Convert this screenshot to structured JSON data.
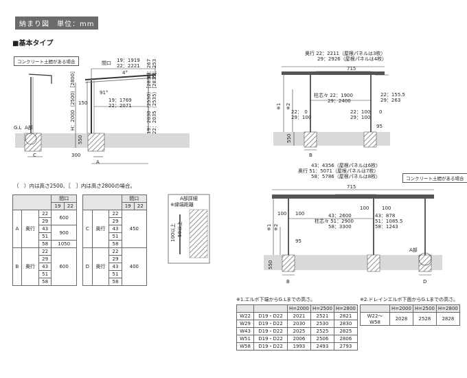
{
  "header": "納まり図　単位：mm",
  "section": "■基本タイプ",
  "concrete_label": "コンクリート土間がある場合",
  "gl": "G.L",
  "a_part": "A部",
  "c": "C",
  "a": "A",
  "b": "B",
  "d": "D",
  "v300": "300",
  "v550": "550",
  "v150": "150",
  "v95": "95",
  "v100": "100",
  "ang4": "4°",
  "ang91": "91°",
  "side": {
    "span1": "間口",
    "span2": "19：1919",
    "span3": "22：2221",
    "span4": "19：1769",
    "span5": "22：2071",
    "h_right_top": "19：267\n22：253",
    "h_right": "19：2030（2530）［2830］\n22：2035（2535）［2835］",
    "h_left": "H：2000（2500）［2800］"
  },
  "front1": {
    "top1": "奥行 22：2211（屋根パネルは3枚）",
    "top2": "29：2926（屋根パネルは4枚）",
    "v715": "715",
    "pitch1": "柱芯々 22：1900",
    "pitch2": "29：2400",
    "right1": "22：155.5",
    "right2": "29：263",
    "s1": "22：　0",
    "s2": "29：100",
    "s3": "22：100",
    "s4": "29：100",
    "zero": "0",
    "v95b": "95",
    "note1": "※1",
    "note2": "※2"
  },
  "front2": {
    "top1": "43：4356（屋根パネルは6枚）",
    "top2": "奥行 51：5071（屋根パネルは7枚）",
    "top3": "58：5786（屋根パネルは8枚）",
    "v715": "715",
    "pitch0": "43：2600",
    "pitch1": "柱芯々 51：2900",
    "pitch2": "58：3300",
    "r1": "43：878",
    "r2": "51：1085.5",
    "r3": "58：1243",
    "lbl100a": "100",
    "lbl100b": "100",
    "lbl100c": "100",
    "arrows": "⇦ ⇨"
  },
  "paren_note": "（　）内は高さ2500、［　］内は高さ2800の場合。",
  "table_ac": {
    "title": "間口",
    "cols": [
      "19",
      "22"
    ],
    "depth": "奥行",
    "rowsA": [
      "22",
      "29",
      "43",
      "51",
      "58"
    ],
    "rowsC": [
      "22",
      "29",
      "43",
      "51",
      "58"
    ],
    "a_vals": [
      "600",
      "900",
      "1050"
    ],
    "c_val": "450",
    "rowlabel_a": "A",
    "rowlabel_c": "C"
  },
  "table_bd": {
    "rowlabel_b": "B",
    "rowlabel_d": "D",
    "b_val": "600",
    "d_val": "400"
  },
  "detail": {
    "title": "A部詳細",
    "sub": "※縁端距離",
    "v100": "100以上",
    "v50": "50以上"
  },
  "tbl1": {
    "title": "※1.エルボ下端からG.Lまでの高さ。",
    "head": [
      "",
      "",
      "H=2000",
      "H=2500",
      "H=2800"
    ],
    "rows": [
      [
        "W22",
        "D19・D22",
        "2021",
        "2521",
        "2821"
      ],
      [
        "W29",
        "D19・D22",
        "2030",
        "2530",
        "2830"
      ],
      [
        "W43",
        "D19・D22",
        "2025",
        "2525",
        "2825"
      ],
      [
        "W51",
        "D19・D22",
        "2006",
        "2506",
        "2806"
      ],
      [
        "W58",
        "D19・D22",
        "1993",
        "2493",
        "2793"
      ]
    ]
  },
  "tbl2": {
    "title": "※2.ドレインエルボ下面からG.Lまでの高さ。",
    "head": [
      "",
      "H=2000",
      "H=2500",
      "H=2800"
    ],
    "row": [
      "W22〜W58",
      "2028",
      "2528",
      "2828"
    ]
  }
}
